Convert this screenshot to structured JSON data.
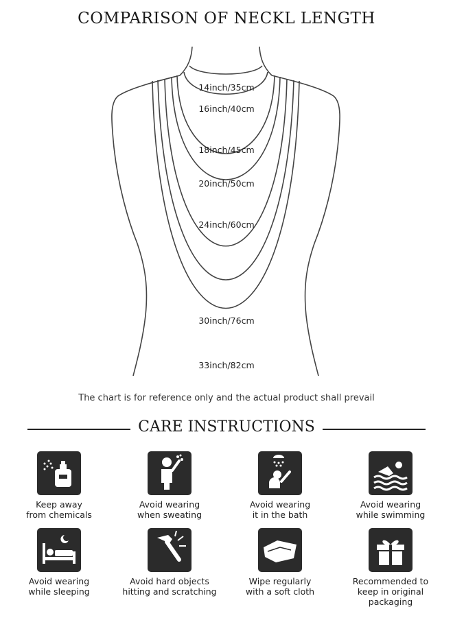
{
  "title": "COMPARISON OF NECKL LENGTH",
  "lengths": [
    {
      "label": "14inch/35cm"
    },
    {
      "label": "16inch/40cm"
    },
    {
      "label": "18inch/45cm"
    },
    {
      "label": "20inch/50cm"
    },
    {
      "label": "24inch/60cm"
    },
    {
      "label": "30inch/76cm"
    },
    {
      "label": "33inch/82cm"
    }
  ],
  "note": "The chart is for reference only and the actual product shall prevail",
  "care_title": "CARE INSTRUCTIONS",
  "care_items": [
    {
      "icon": "perfume-spray-icon",
      "line1": "Keep away",
      "line2": "from chemicals"
    },
    {
      "icon": "sweating-person-icon",
      "line1": "Avoid wearing",
      "line2": "when sweating"
    },
    {
      "icon": "shower-icon",
      "line1": "Avoid wearing",
      "line2": "it in the bath"
    },
    {
      "icon": "swimming-icon",
      "line1": "Avoid wearing",
      "line2": "while swimming"
    },
    {
      "icon": "bed-sleeping-icon",
      "line1": "Avoid wearing",
      "line2": "while sleeping"
    },
    {
      "icon": "hammer-icon",
      "line1": "Avoid hard objects",
      "line2": "hitting and scratching"
    },
    {
      "icon": "cloth-icon",
      "line1": "Wipe regularly",
      "line2": "with a soft cloth"
    },
    {
      "icon": "gift-box-icon",
      "line1": "Recommended to",
      "line2": "keep in original packaging"
    }
  ]
}
